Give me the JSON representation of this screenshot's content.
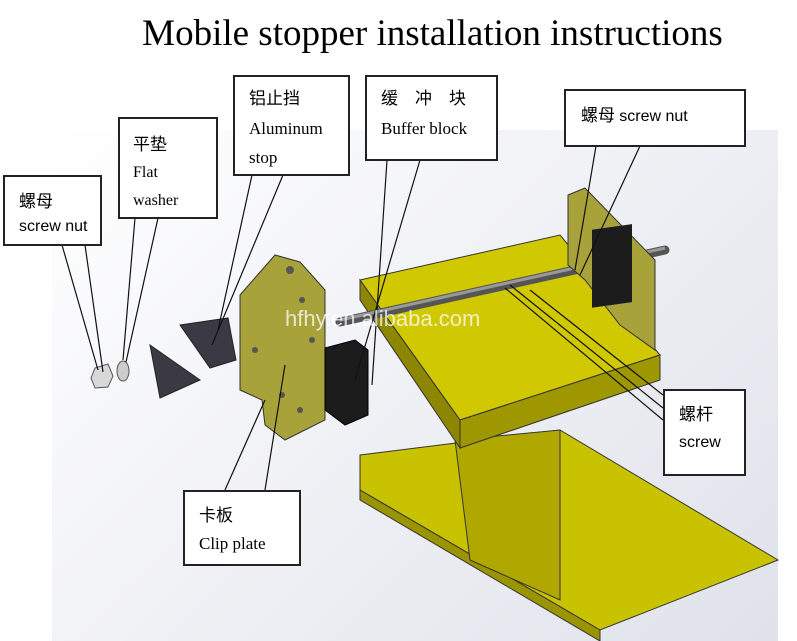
{
  "title": "Mobile stopper installation instructions",
  "watermark": "hfhy.en.alibaba.com",
  "callouts": {
    "screw_nut_left": {
      "zh": "螺母",
      "en": "screw nut"
    },
    "flat_washer": {
      "zh": "平垫",
      "en1": "Flat",
      "en2": "washer"
    },
    "aluminum_stop": {
      "zh": "铝止挡",
      "en1": "Aluminum",
      "en2": "stop"
    },
    "buffer_block": {
      "zh": "缓　冲　块",
      "en": "Buffer block"
    },
    "screw_nut_right": {
      "zh": "螺母",
      "en": "screw nut"
    },
    "screw": {
      "zh": "螺杆",
      "en": "screw"
    },
    "clip_plate": {
      "zh": "卡板",
      "en": "Clip plate"
    }
  },
  "colors": {
    "beam": "#c9c200",
    "plate": "#a8a23a",
    "block": "#1c1c1c"
  }
}
